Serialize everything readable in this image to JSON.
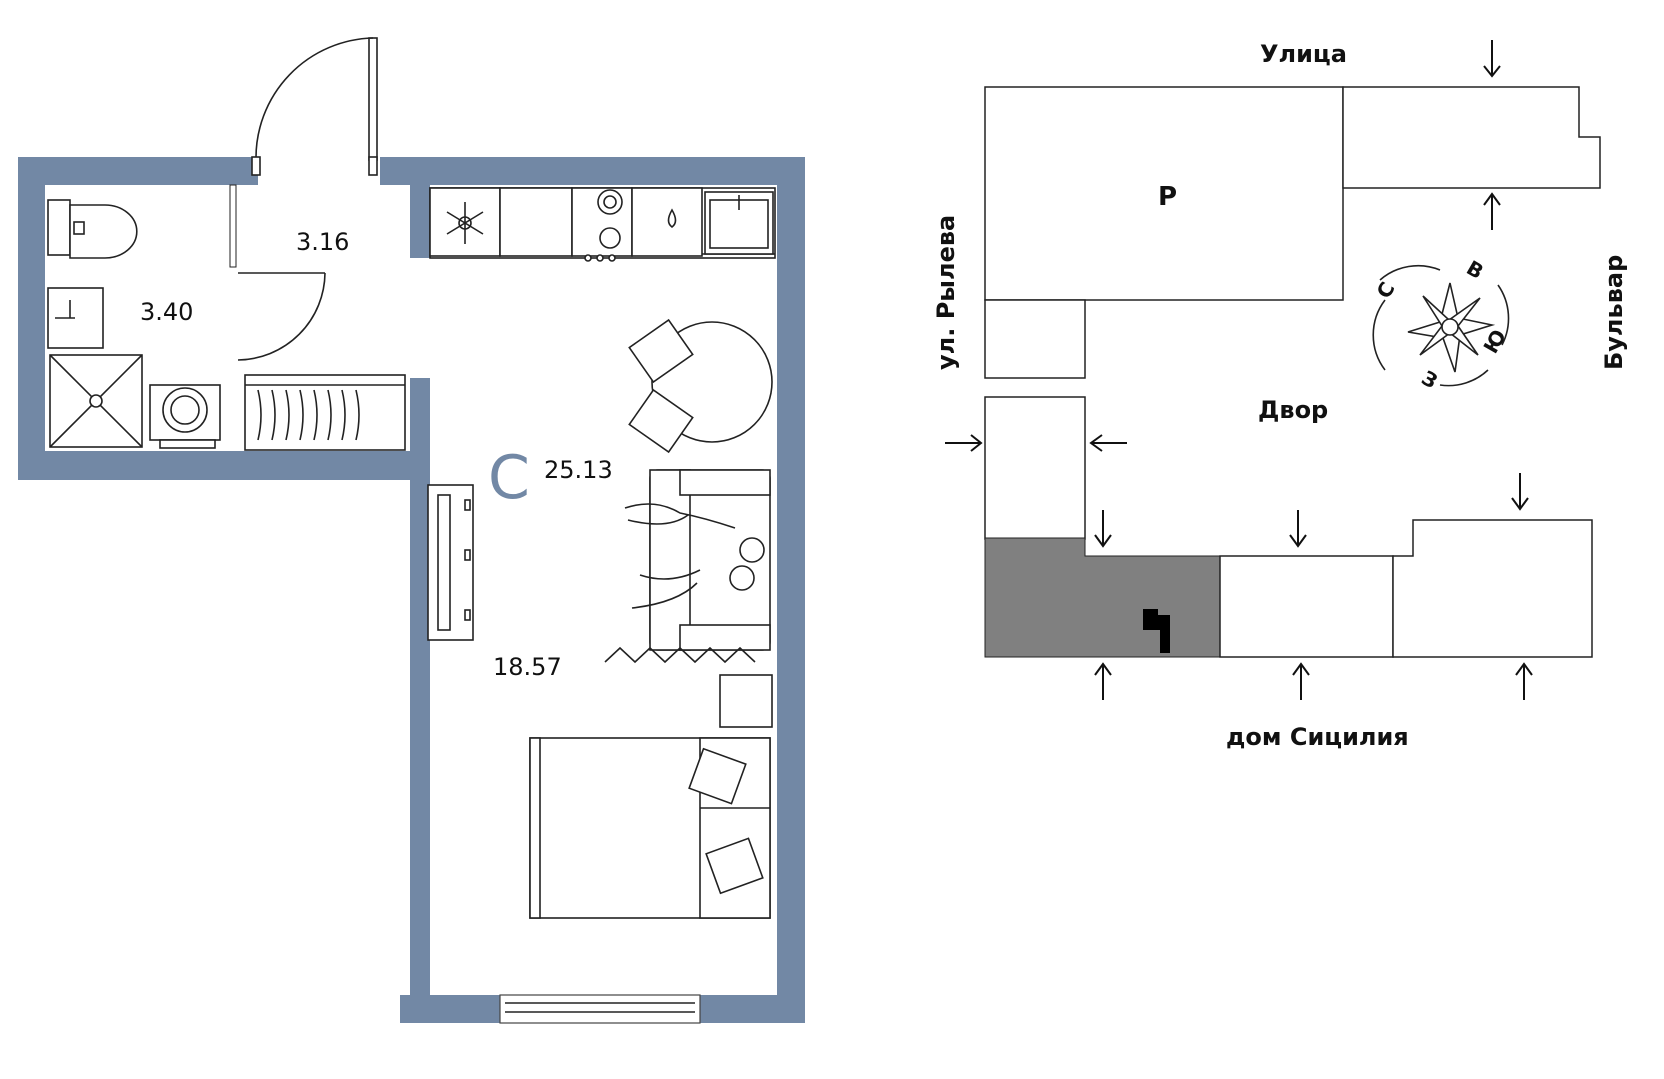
{
  "plan": {
    "wall_color": "#7288a5",
    "type_letter": "С",
    "rooms": {
      "bathroom_area": "3.40",
      "hall_area": "3.16",
      "living_area": "18.57",
      "total_area": "25.13"
    },
    "furniture_icons": [
      "toilet-icon",
      "sink-icon",
      "shower-icon",
      "washing-machine-icon",
      "wardrobe-icon",
      "fridge-icon",
      "stove-icon",
      "water-drop-icon",
      "kitchen-sink-icon",
      "dining-table-icon",
      "chair-icon",
      "sofa-icon",
      "tv-icon",
      "bed-icon",
      "pillow-icon",
      "nightstand-icon",
      "balcony-window-icon",
      "door-icon"
    ]
  },
  "site": {
    "street_top": "Улица",
    "street_left": "ул. Рылева",
    "street_right": "Бульвар",
    "yard": "Двор",
    "building_bottom": "дом Сицилия",
    "parking_letter": "Р",
    "highlight_color": "#808080",
    "compass": {
      "n": "С",
      "e": "В",
      "s": "Ю",
      "w": "З"
    }
  }
}
